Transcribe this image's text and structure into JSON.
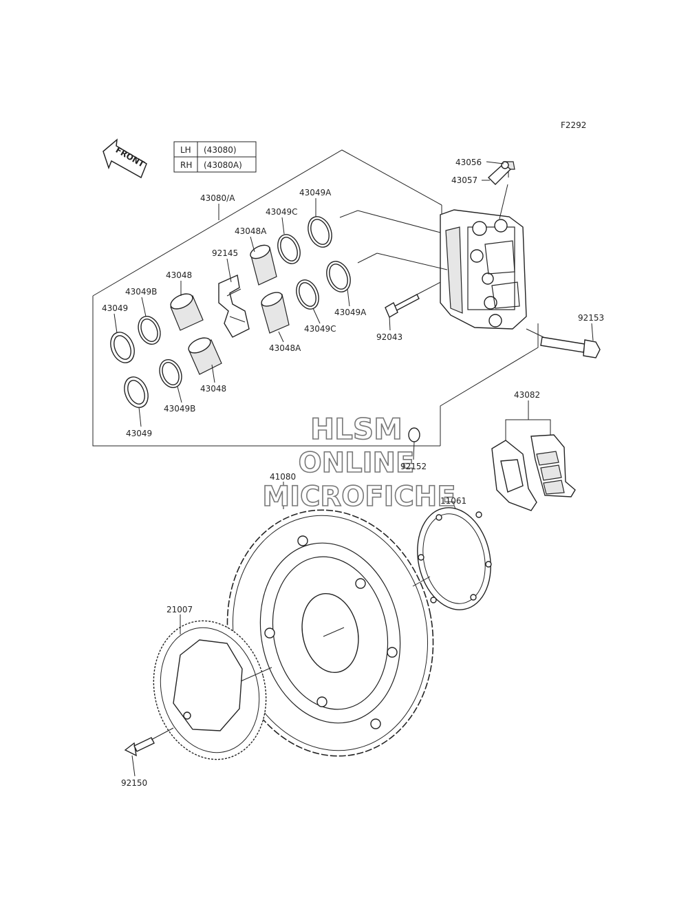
{
  "figure_code": "F2292",
  "front_arrow": {
    "text": "FRONT",
    "icon": "front-arrow-icon"
  },
  "side_table": [
    {
      "side": "LH",
      "part": "(43080)"
    },
    {
      "side": "RH",
      "part": "(43080A)"
    }
  ],
  "watermark": [
    "HLSM",
    "ONLINE",
    "MICROFICHE"
  ],
  "callouts": {
    "c43080A": "43080/A",
    "c43049A_top": "43049A",
    "c43049C_top": "43049C",
    "c43048A_top": "43048A",
    "c92145": "92145",
    "c43048_top": "43048",
    "c43049B_top": "43049B",
    "c43049_top": "43049",
    "c43049A_bot": "43049A",
    "c43049C_bot": "43049C",
    "c43048A_bot": "43048A",
    "c92043": "92043",
    "c43048_bot": "43048",
    "c43049B_bot": "43049B",
    "c43049_bot": "43049",
    "c43056": "43056",
    "c43057": "43057",
    "c92153": "92153",
    "c43082": "43082",
    "c92152": "92152",
    "c41080": "41080",
    "c11061": "11061",
    "c21007": "21007",
    "c92150": "92150"
  }
}
